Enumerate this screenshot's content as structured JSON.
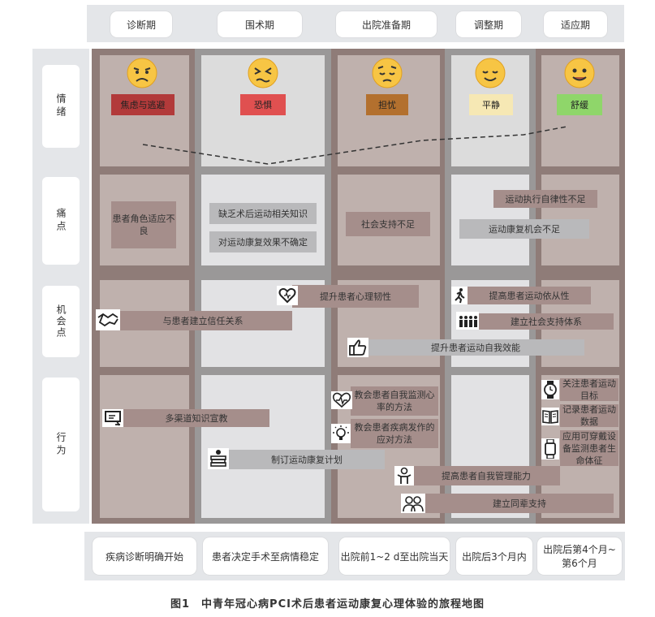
{
  "phases": [
    "诊断期",
    "围术期",
    "出院准备期",
    "调整期",
    "适应期"
  ],
  "rows": [
    "情绪",
    "痛点",
    "机会点",
    "行为"
  ],
  "emotions": [
    {
      "label": "焦虑与逃避",
      "color": "#b23a3a"
    },
    {
      "label": "恐惧",
      "color": "#e05050"
    },
    {
      "label": "担忧",
      "color": "#b3702e"
    },
    {
      "label": "平静",
      "color": "#f6e8b4"
    },
    {
      "label": "舒缓",
      "color": "#8fd66a"
    }
  ],
  "pain_points": [
    "患者角色适应不良",
    "缺乏术后运动相关知识",
    "对运动康复效果不确定",
    "社会支持不足",
    "运动执行自律性不足",
    "运动康复机会不足"
  ],
  "opportunities": [
    {
      "label": "提升患者心理韧性",
      "icon": "heart-outline-icon"
    },
    {
      "label": "提高患者运动依从性",
      "icon": "running-person-icon"
    },
    {
      "label": "与患者建立信任关系",
      "icon": "handshake-icon"
    },
    {
      "label": "建立社会支持体系",
      "icon": "people-group-icon"
    },
    {
      "label": "提升患者运动自我效能",
      "icon": "thumbs-up-icon"
    }
  ],
  "behaviors": [
    {
      "label": "教会患者自我监测心率的方法",
      "icon": "heartbeat-icon"
    },
    {
      "label": "关注患者运动目标",
      "icon": "watch-icon"
    },
    {
      "label": "多渠道知识宣教",
      "icon": "presentation-icon"
    },
    {
      "label": "记录患者运动数据",
      "icon": "open-book-icon"
    },
    {
      "label": "教会患者疾病发作的应对方法",
      "icon": "lightbulb-icon"
    },
    {
      "label": "应用可穿戴设备监测患者生命体征",
      "icon": "wearable-device-icon"
    },
    {
      "label": "制订运动康复计划",
      "icon": "books-icon"
    },
    {
      "label": "提高患者自我管理能力",
      "icon": "person-icon"
    },
    {
      "label": "建立同辈支持",
      "icon": "peers-icon"
    }
  ],
  "timeline": [
    "疾病诊断明确开始",
    "患者决定手术至病情稳定",
    "出院前1~2 d至出院当天",
    "出院后3个月内",
    "出院后第4个月~第6个月"
  ],
  "caption": "图1　中青年冠心病PCI术后患者运动康复心理体验的旅程地图"
}
